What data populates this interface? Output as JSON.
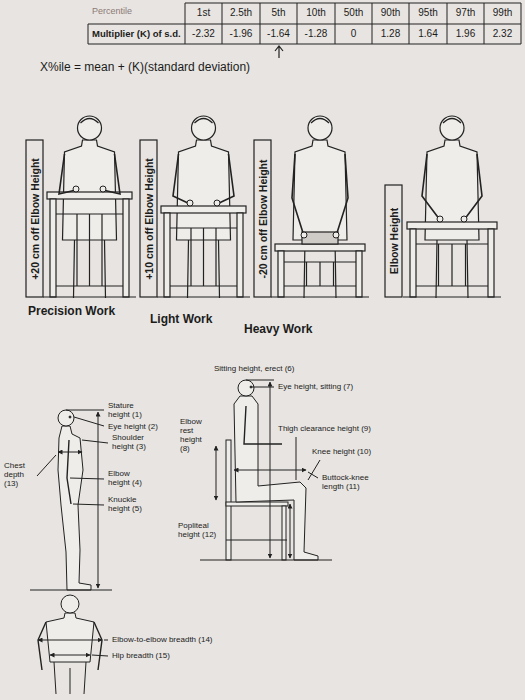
{
  "diagram": {
    "labels": [
      "Percentile",
      "1st",
      "2.5th",
      "5th",
      "10th",
      "50th",
      "90th",
      "95th",
      "97th",
      "99th",
      "Multiplier (K) of s.d.",
      "-2.32",
      "-1.96",
      "-1.64",
      "-1.28",
      "0",
      "1.28",
      "1.64",
      "1.96",
      "2.32",
      "X%ile = mean + (K)(standard deviation)",
      "+20 cm off Elbow Height",
      "+10 cm off Elbow Height",
      "-20 cm off Elbow Height",
      "Elbow Height",
      "Precision Work",
      "Light Work",
      "Heavy Work",
      "Stature height (1)",
      "Eye height (2)",
      "Shoulder height (3)",
      "Chest depth (13)",
      "Elbow height (4)",
      "Knuckle height (5)",
      "Sitting height, erect (6)",
      "Eye height, sitting (7)",
      "Elbow rest height (8)",
      "Thigh clearance height (9)",
      "Knee height (10)",
      "Buttock-knee length (11)",
      "Popliteal height (12)",
      "Elbow-to-elbow breadth (14)",
      "Hip breadth (15)"
    ]
  }
}
